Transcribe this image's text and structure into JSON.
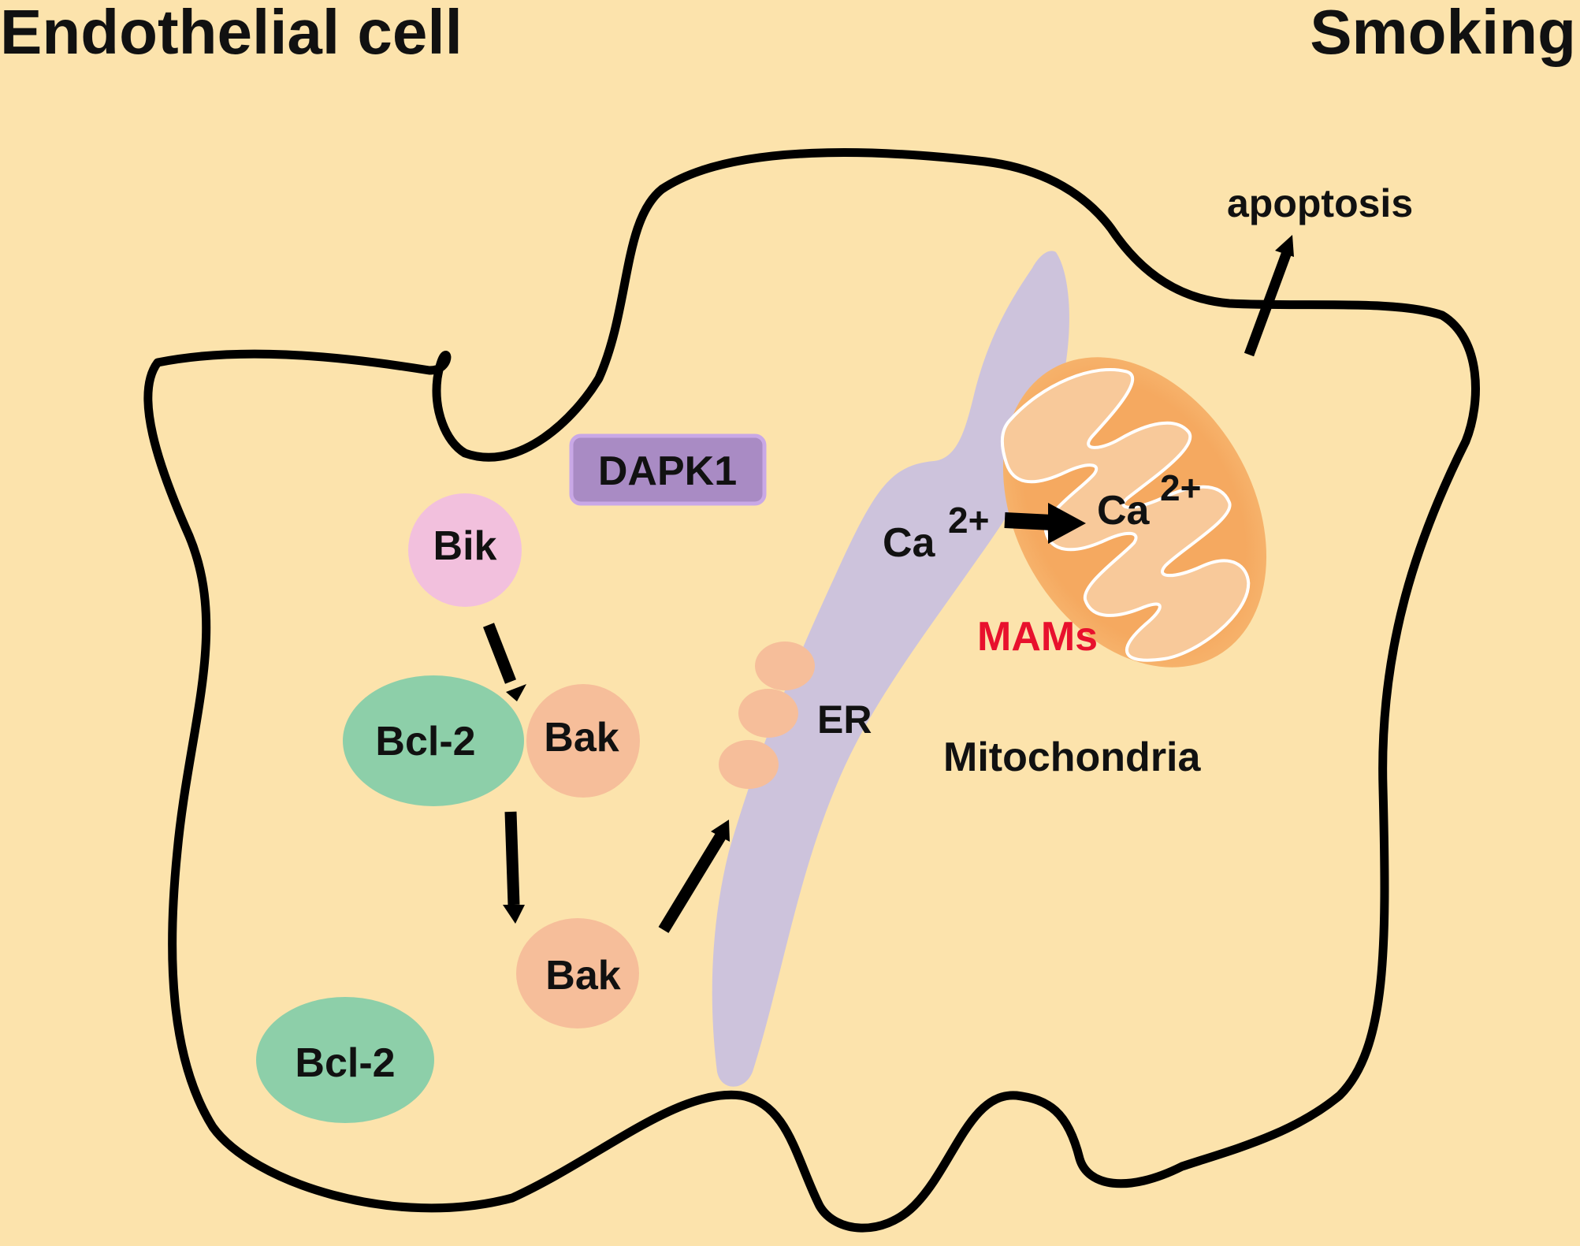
{
  "title": "Endothelial cell",
  "stimulus": "Smoking",
  "labels": {
    "dapk1": "DAPK1",
    "bik": "Bik",
    "bcl2_complex": "Bcl-2",
    "bak_complex": "Bak",
    "bak_free": "Bak",
    "bcl2_free": "Bcl-2",
    "er": "ER",
    "ca_er_base": "Ca",
    "ca_er_sup": "2+",
    "ca_mito_base": "Ca",
    "ca_mito_sup": "2+",
    "mams": "MAMs",
    "mitochondria": "Mitochondria",
    "apoptosis": "apoptosis"
  },
  "colors": {
    "background": "#fce3ac",
    "cell_outline": "#000000",
    "er": "#cdc3dc",
    "dapk1_fill": "#a98bc4",
    "dapk1_stroke": "#c9a8e6",
    "bik": "#f2c0dd",
    "bcl2": "#8dcfa9",
    "bak": "#f6be9a",
    "vesicle": "#f6be9a",
    "mito_outer": "#f0a25a",
    "mito_inner": "#f8c896",
    "mams_text": "#e8112d"
  }
}
